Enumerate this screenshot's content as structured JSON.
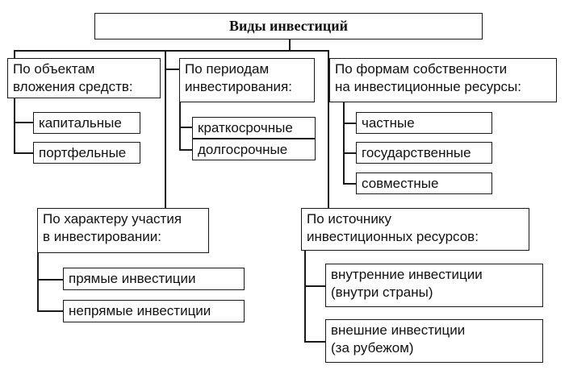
{
  "title": "Виды инвестиций",
  "groups": {
    "objects": {
      "heading": [
        "По объектам",
        "вложения средств:"
      ],
      "items": [
        "капитальные",
        "портфельные"
      ]
    },
    "periods": {
      "heading": [
        "По периодам",
        "инвестирования:"
      ],
      "items": [
        "краткосрочные",
        "долгосрочные"
      ]
    },
    "ownership": {
      "heading": [
        "По формам собственности",
        "на инвестиционные ресурсы:"
      ],
      "items": [
        "частные",
        "государственные",
        "совместные"
      ]
    },
    "participation": {
      "heading": [
        "По характеру участия",
        "в инвестировании:"
      ],
      "items": [
        "прямые инвестиции",
        "непрямые инвестиции"
      ]
    },
    "sources": {
      "heading": [
        "По источнику",
        "инвестиционных ресурсов:"
      ],
      "items": [
        [
          "внутренние инвестиции",
          "(внутри страны)"
        ],
        [
          "внешние инвестиции",
          "(за рубежом)"
        ]
      ]
    }
  }
}
